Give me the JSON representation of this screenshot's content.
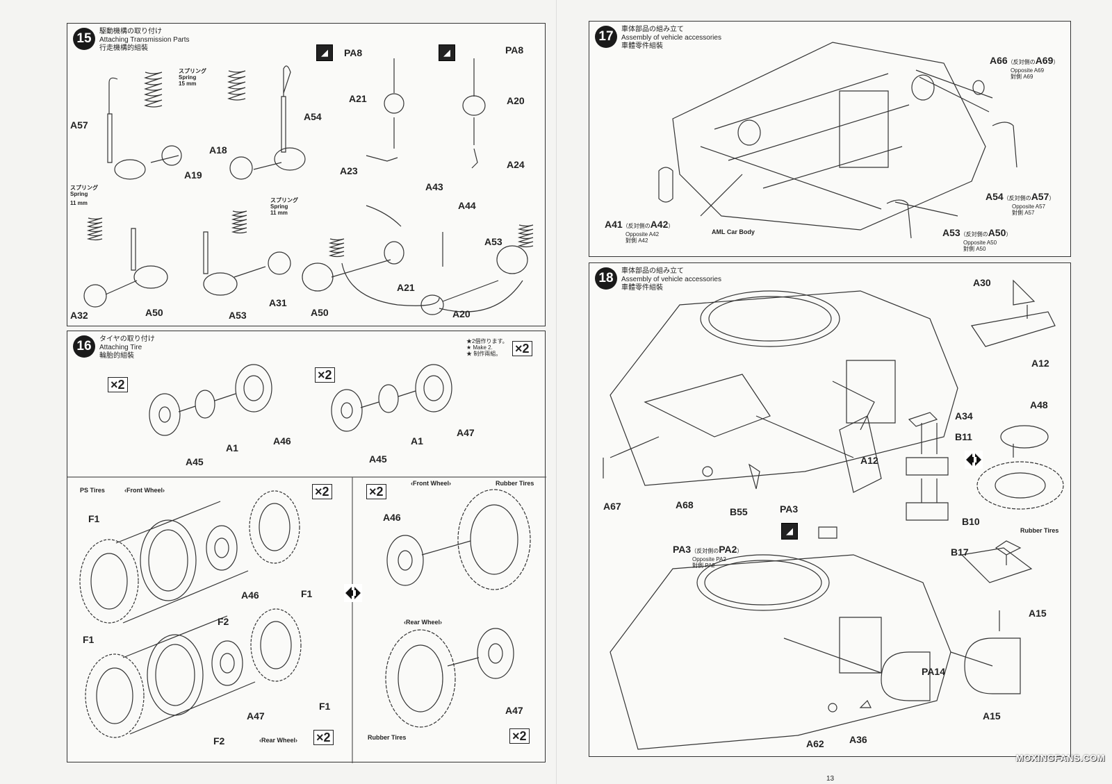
{
  "step15": {
    "number": "15",
    "title_jp": "駆動機構の取り付け",
    "title_en": "Attaching Transmission Parts",
    "title_cn": "行走機構的組裝",
    "labels": [
      "A57",
      "A19",
      "A18",
      "A54",
      "A32",
      "A50",
      "A53",
      "A31",
      "A50",
      "A21",
      "A20",
      "PA8",
      "A21",
      "A23",
      "PA8",
      "A20",
      "A24",
      "A43",
      "A44",
      "A53"
    ],
    "spring15_jp": "スプリング",
    "spring15_en": "Spring",
    "spring15_size": "15  mm",
    "spring11a_jp": "スプリング",
    "spring11a_en": "Spring",
    "spring11a_size": "11  mm",
    "spring11b_jp": "スプリング",
    "spring11b_en": "Spring",
    "spring11b_size": "11  mm"
  },
  "step16": {
    "number": "16",
    "title_jp": "タイヤの取り付け",
    "title_en": "Attaching Tire",
    "title_cn": "輪胎的組裝",
    "make_note_jp": "★2個作ります。",
    "make_note_en": "★ Make 2.",
    "make_note_cn": "★ 制作兩組。",
    "x2": "×2",
    "top_labels": [
      "A45",
      "A1",
      "A46",
      "A45",
      "A1",
      "A47"
    ],
    "ps_tires": "PS  Tires",
    "front_wheel": "‹Front Wheel›",
    "rear_wheel": "‹Rear Wheel›",
    "rubber_tires": "Rubber Tires",
    "ps_labels": [
      "F1",
      "A46",
      "F1",
      "F2",
      "F1",
      "A47",
      "F1",
      "F2"
    ],
    "rubber_labels": [
      "A46",
      "A47"
    ]
  },
  "step17": {
    "number": "17",
    "title_jp": "車体部品の組み立て",
    "title_en": "Assembly of vehicle accessories",
    "title_cn": "車體零件組裝",
    "a66": "A66",
    "a66_opp_jp": "（反対側の",
    "a69": "A69",
    "a66_close": "）",
    "a66_opp_en": "Opposite A69",
    "a66_opp_cn": "對側 A69",
    "a54": "A54",
    "a54_opp_jp": "（反対側の",
    "a57": "A57",
    "a54_close": "）",
    "a54_opp_en": "Opposite A57",
    "a54_opp_cn": "對側 A57",
    "a41": "A41",
    "a41_opp_jp": "（反対側の",
    "a42": "A42",
    "a41_close": "）",
    "a41_opp_en": "Opposite A42",
    "a41_opp_cn": "對側 A42",
    "a53": "A53",
    "a53_opp_jp": "（反対側の",
    "a50": "A50",
    "a53_close": "）",
    "a53_opp_en": "Opposite A50",
    "a53_opp_cn": "對側 A50",
    "body": "AML  Car Body"
  },
  "step18": {
    "number": "18",
    "title_jp": "車体部品の組み立て",
    "title_en": "Assembly of vehicle accessories",
    "title_cn": "車體零件組裝",
    "labels": [
      "A30",
      "A12",
      "A48",
      "A34",
      "B11",
      "A12",
      "B10",
      "A67",
      "A68",
      "B55",
      "PA3",
      "B17",
      "A15",
      "PA14",
      "A15",
      "A62",
      "A36"
    ],
    "rubber_tires": "Rubber Tires",
    "pa3": "PA3",
    "pa3_opp_jp": "（反対側の",
    "pa2": "PA2",
    "pa3_close": "）",
    "pa3_opp_en": "Opposite PA2",
    "pa3_opp_cn": "對側 PA2"
  },
  "watermark": "MOXINGFANS.COM",
  "page_number": "13"
}
